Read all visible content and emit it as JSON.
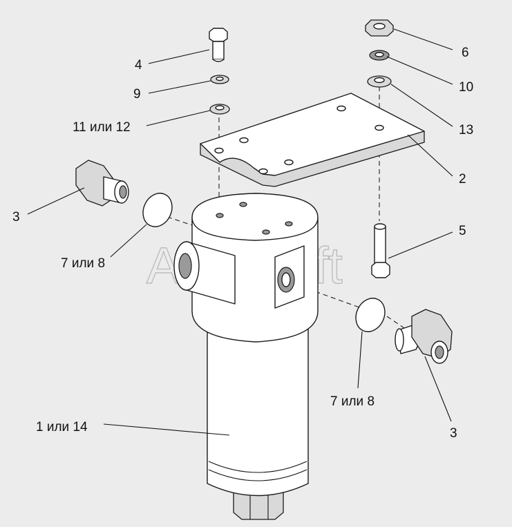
{
  "watermark": "AutoSoft",
  "callouts": [
    {
      "id": "label-4",
      "text": "4"
    },
    {
      "id": "label-9",
      "text": "9"
    },
    {
      "id": "label-11-12",
      "text": "11 или 12"
    },
    {
      "id": "label-3-left",
      "text": "3"
    },
    {
      "id": "label-7-8-left",
      "text": "7 или 8"
    },
    {
      "id": "label-6",
      "text": "6"
    },
    {
      "id": "label-10",
      "text": "10"
    },
    {
      "id": "label-13",
      "text": "13"
    },
    {
      "id": "label-2",
      "text": "2"
    },
    {
      "id": "label-5",
      "text": "5"
    },
    {
      "id": "label-7-8-right",
      "text": "7 или 8"
    },
    {
      "id": "label-3-right",
      "text": "3"
    },
    {
      "id": "label-1-14",
      "text": "1 или 14"
    }
  ]
}
